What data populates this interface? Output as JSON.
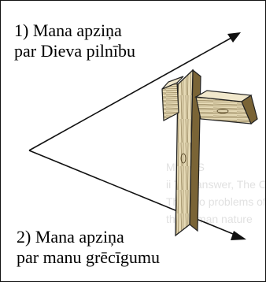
{
  "labels": {
    "top": {
      "line1": "1) Mana apziņa",
      "line2": "par Dieva pilnību"
    },
    "bottom": {
      "line1": "2) Mana apziņa",
      "line2": "par manu grēcīgumu"
    }
  },
  "ghost_text": {
    "line1": "MUSTS",
    "line2": "ii The answer, The Cross",
    "line3": "The two problems of",
    "line4": "the human nature"
  },
  "colors": {
    "ink": "#000000",
    "wood_light": "#e4d8b4",
    "wood_dark": "#8a7442"
  }
}
